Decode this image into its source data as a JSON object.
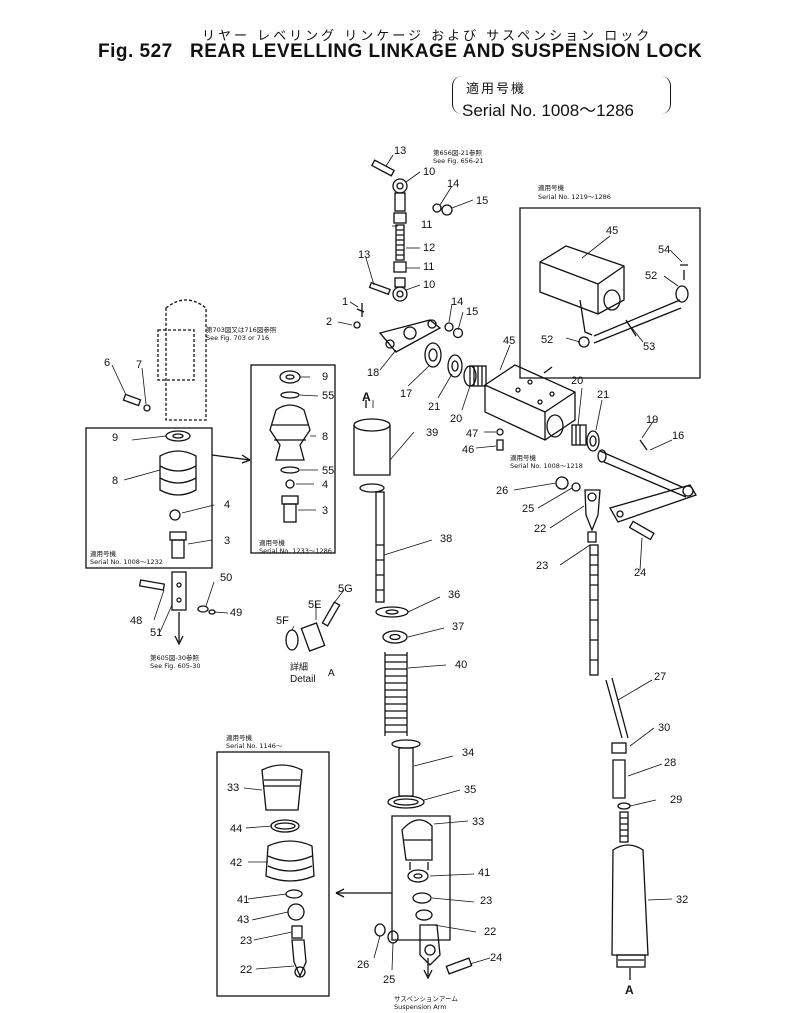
{
  "header": {
    "title_jp": "リヤー レベリング リンケージ および サスペンション ロック",
    "figure_number": "Fig. 527",
    "title_en": "REAR LEVELLING LINKAGE AND SUSPENSION LOCK",
    "serial_jp": "適用号機",
    "serial_range": "Serial No. 1008～1286"
  },
  "notes": {
    "see_656_jp": "第656図-21参照",
    "see_656": "See Fig. 656-21",
    "see_703_jp": "第703図又は716図参照",
    "see_703": "See Fig. 703 or 716",
    "see_605_jp": "第605図-30参照",
    "see_605": "See Fig. 605-30",
    "applic_jp": "適用号機",
    "serial_1219": "Serial No. 1219～1286",
    "serial_1233": "Serial No. 1233～1286",
    "serial_1008_1232": "Serial No. 1008～1232",
    "serial_1008_1218": "Serial No. 1008～1218",
    "serial_1146": "Serial No. 1146～",
    "detail_jp": "詳細",
    "detail": "Detail",
    "detail_letter": "A",
    "marker_a_top": "A",
    "marker_a_bottom": "A",
    "suspension_arm_jp": "サスペンションアーム",
    "suspension_arm": "Suspension Arm"
  },
  "callouts": {
    "c13a": "13",
    "c10a": "10",
    "c14a": "14",
    "c15a": "15",
    "c11a": "11",
    "c12": "12",
    "c13b": "13",
    "c11b": "11",
    "c10b": "10",
    "c14b": "14",
    "c15b": "15",
    "c1": "1",
    "c2": "2",
    "c6": "6",
    "c7": "7",
    "c18": "18",
    "c17": "17",
    "c21a": "21",
    "c20a": "20",
    "c45a": "45",
    "c45b": "45",
    "c54": "54",
    "c52a": "52",
    "c52b": "52",
    "c53": "53",
    "c20b": "20",
    "c21b": "21",
    "c19": "19",
    "c16": "16",
    "c47": "47",
    "c46": "46",
    "c39": "39",
    "c9a": "9",
    "c55a": "55",
    "c8a": "8",
    "c55b": "55",
    "c4a": "4",
    "c3a": "3",
    "c9b": "9",
    "c8b": "8",
    "c4b": "4",
    "c3b": "3",
    "c26a": "26",
    "c25a": "25",
    "c22a": "22",
    "c23a": "23",
    "c24a": "24",
    "c38": "38",
    "c36": "36",
    "c37": "37",
    "c40": "40",
    "c48": "48",
    "c50": "50",
    "c49": "49",
    "c51": "51",
    "c5g": "5G",
    "c5e": "5E",
    "c5f": "5F",
    "c27": "27",
    "c30": "30",
    "c28": "28",
    "c29": "29",
    "c34": "34",
    "c35": "35",
    "c33a": "33",
    "c33b": "33",
    "c44": "44",
    "c42": "42",
    "c41a": "41",
    "c43": "43",
    "c23b": "23",
    "c22b": "22",
    "c41b": "41",
    "c23c": "23",
    "c22c": "22",
    "c26b": "26",
    "c25b": "25",
    "c24b": "24",
    "c32": "32"
  }
}
